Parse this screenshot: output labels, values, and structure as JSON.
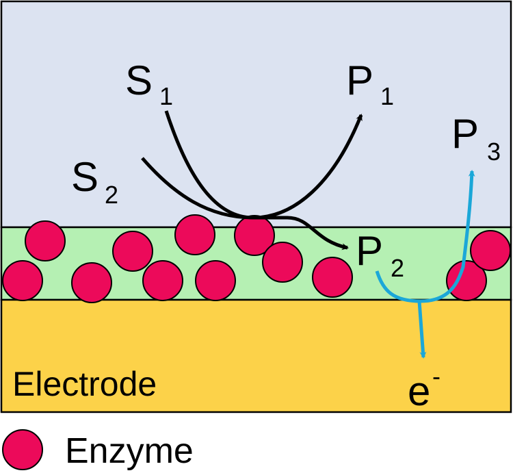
{
  "colors": {
    "solution": "#dce3f1",
    "enzyme_layer": "#b5f0b3",
    "electrode": "#fcd249",
    "enzyme": "#ec0a5a",
    "main_path": "#000000",
    "electron_path": "#1ba7d8",
    "outline": "#000000"
  },
  "labels": {
    "s1_main": "S",
    "s1_sub": "1",
    "s2_main": "S",
    "s2_sub": "2",
    "p1_main": "P",
    "p1_sub": "1",
    "p2_main": "P",
    "p2_sub": "2",
    "p3_main": "P",
    "p3_sub": "3",
    "e_main": "e",
    "e_sup": "-",
    "electrode": "Electrode"
  },
  "legend": {
    "enzyme_label": "Enzyme",
    "enzyme_icon": "enzyme-circle"
  }
}
